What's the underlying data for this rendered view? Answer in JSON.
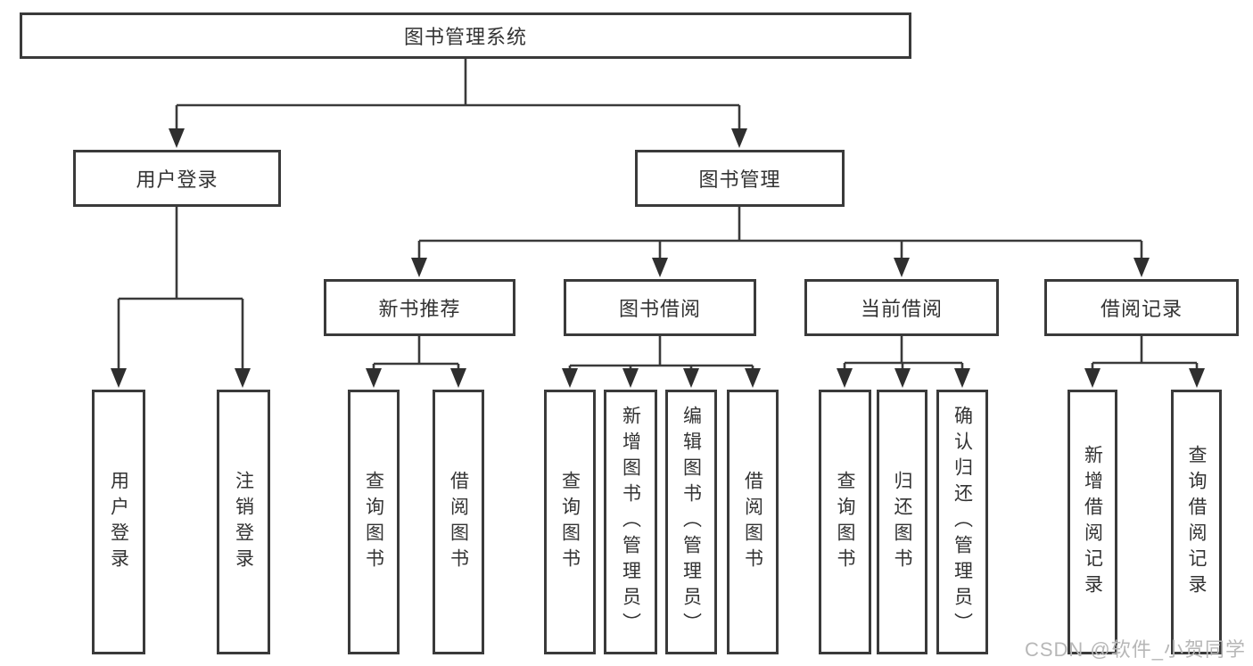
{
  "tree": {
    "root": {
      "label": "图书管理系统"
    },
    "branches": [
      {
        "label": "用户登录",
        "children": [
          {
            "label": "用户登录"
          },
          {
            "label": "注销登录"
          }
        ]
      },
      {
        "label": "图书管理",
        "children": [
          {
            "label": "新书推荐",
            "children": [
              {
                "label": "查询图书"
              },
              {
                "label": "借阅图书"
              }
            ]
          },
          {
            "label": "图书借阅",
            "children": [
              {
                "label": "查询图书"
              },
              {
                "label": "新增图书（管理员）"
              },
              {
                "label": "编辑图书（管理员）"
              },
              {
                "label": "借阅图书"
              }
            ]
          },
          {
            "label": "当前借阅",
            "children": [
              {
                "label": "查询图书"
              },
              {
                "label": "归还图书"
              },
              {
                "label": "确认归还（管理员）"
              }
            ]
          },
          {
            "label": "借阅记录",
            "children": [
              {
                "label": "新增借阅记录"
              },
              {
                "label": "查询借阅记录"
              }
            ]
          }
        ]
      }
    ]
  },
  "watermark": {
    "text": "CSDN @软件_小贺同学"
  },
  "colors": {
    "line": "#3a3a3a",
    "box_border": "#3a3a3a",
    "text": "#333333",
    "watermark": "#b7b7b7",
    "background": "#ffffff"
  }
}
